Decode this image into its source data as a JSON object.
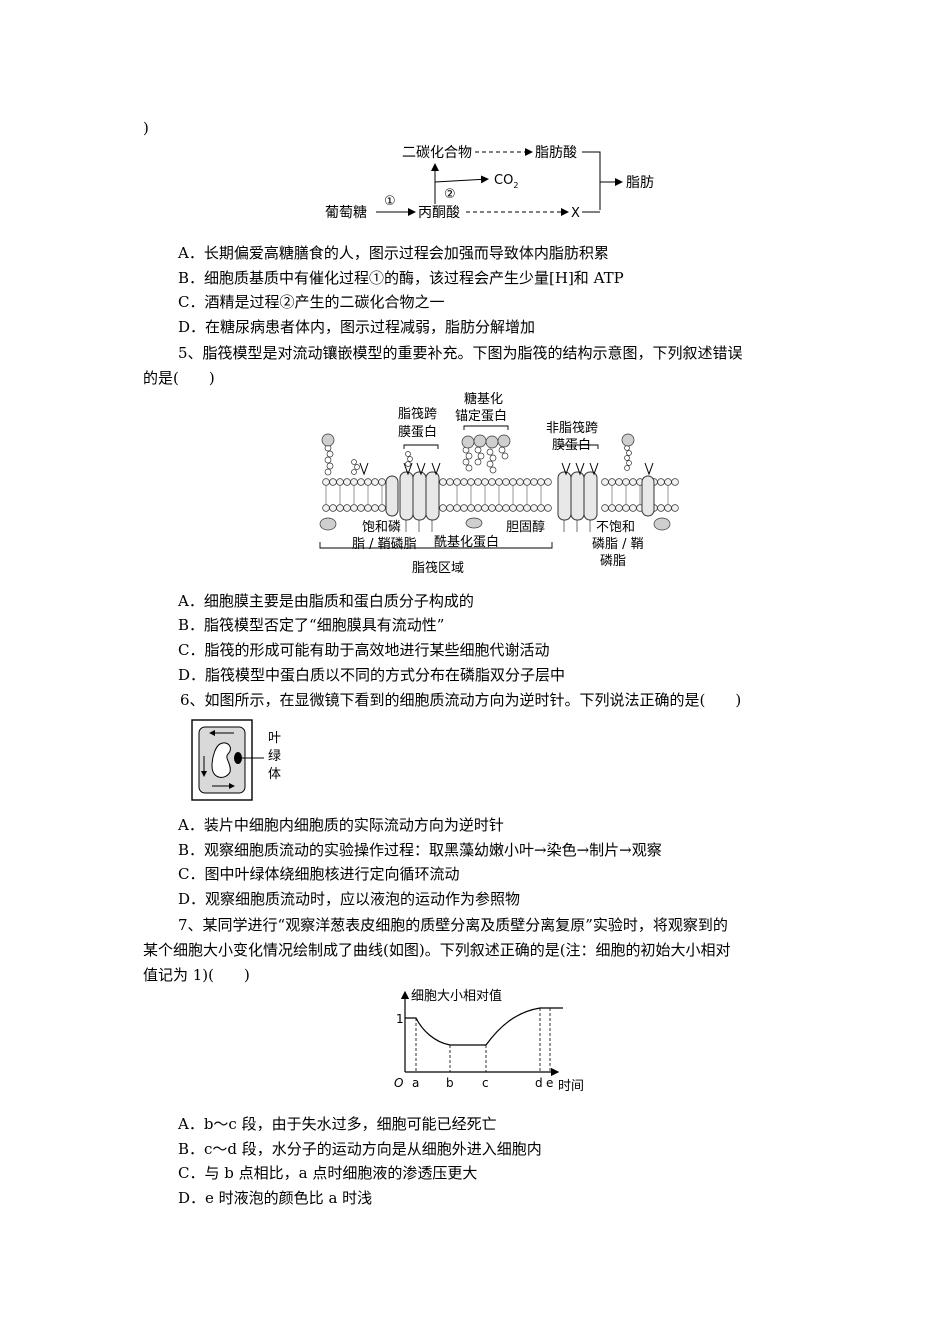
{
  "q4": {
    "tail": ")",
    "diagram": {
      "two_carbon": "二碳化合物",
      "fatty_acid": "脂肪酸",
      "co2": "CO",
      "co2_sub": "2",
      "fat": "脂肪",
      "glucose": "葡萄糖",
      "step1": "①",
      "step2": "②",
      "pyruvate": "丙酮酸",
      "x": "X"
    },
    "options": [
      "A．长期偏爱高糖膳食的人，图示过程会加强而导致体内脂肪积累",
      "B．细胞质基质中有催化过程①的酶，该过程会产生少量[H]和 ATP",
      "C．酒精是过程②产生的二碳化合物之一",
      "D．在糖尿病患者体内，图示过程减弱，脂肪分解增加"
    ]
  },
  "q5": {
    "stem_line1": "5、脂筏模型是对流动镶嵌模型的重要补充。下图为脂筏的结构示意图，下列叙述错误",
    "stem_line2": "的是(　　)",
    "diagram": {
      "raft_protein_1": "脂筏跨",
      "raft_protein_2": "膜蛋白",
      "gpi_1": "糖基化",
      "gpi_2": "锚定蛋白",
      "nonraft_1": "非脂筏跨",
      "nonraft_2": "膜蛋白",
      "saturated_1": "饱和磷",
      "saturated_2": "脂 / 鞘磷脂",
      "acyl": "酰基化蛋白",
      "cholesterol": "胆固醇",
      "unsat_1": "不饱和",
      "unsat_2": "磷脂 / 鞘",
      "unsat_3": "磷脂",
      "raft_region": "脂筏区域"
    },
    "options": [
      "A．细胞膜主要是由脂质和蛋白质分子构成的",
      "B．脂筏模型否定了“细胞膜具有流动性”",
      "C．脂筏的形成可能有助于高效地进行某些细胞代谢活动",
      "D．脂筏模型中蛋白质以不同的方式分布在磷脂双分子层中"
    ]
  },
  "q6": {
    "stem": "6、如图所示，在显微镜下看到的细胞质流动方向为逆时针。下列说法正确的是(　　)",
    "diagram": {
      "c1": "叶",
      "c2": "绿",
      "c3": "体"
    },
    "options": [
      "A．装片中细胞内细胞质的实际流动方向为逆时针",
      "B．观察细胞质流动的实验操作过程：取黑藻幼嫩小叶→染色→制片→观察",
      "C．图中叶绿体绕细胞核进行定向循环流动",
      "D．观察细胞质流动时，应以液泡的运动作为参照物"
    ]
  },
  "q7": {
    "stem_line1": "7、某同学进行“观察洋葱表皮细胞的质壁分离及质壁分离复原”实验时，将观察到的",
    "stem_line2": "某个细胞大小变化情况绘制成了曲线(如图)。下列叙述正确的是(注：细胞的初始大小相对",
    "stem_line3": "值记为 1)(　　)",
    "graph": {
      "ylabel": "细胞大小相对值",
      "y1": "1",
      "origin": "O",
      "a": "a",
      "b": "b",
      "c": "c",
      "d": "d",
      "e": "e",
      "xlabel": "时间"
    },
    "options": [
      "A．b～c 段，由于失水过多，细胞可能已经死亡",
      "B．c～d 段，水分子的运动方向是从细胞外进入细胞内",
      "C．与 b 点相比，a 点时细胞液的渗透压更大",
      "D．e 时液泡的颜色比 a 时浅"
    ]
  }
}
